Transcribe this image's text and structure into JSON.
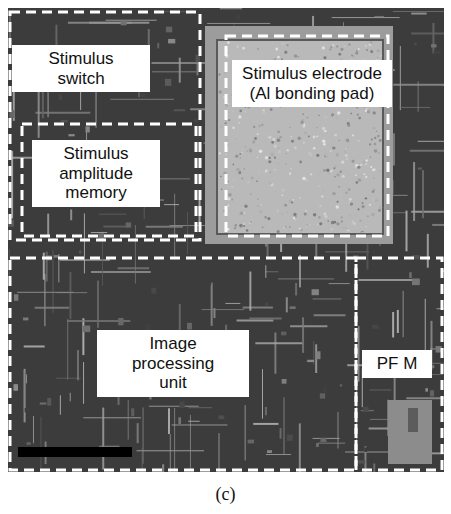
{
  "diagram": {
    "caption": "(c)",
    "nodes": [
      {
        "text": [
          "Stimulus switch"
        ]
      },
      {
        "text": [
          "Stimulus electrode (Al bonding pad)"
        ]
      },
      {
        "text": [
          "Stimulus amplitude memory"
        ]
      },
      {
        "text": [
          "Image processing unit"
        ]
      },
      {
        "text": [
          "PF M"
        ]
      }
    ]
  }
}
